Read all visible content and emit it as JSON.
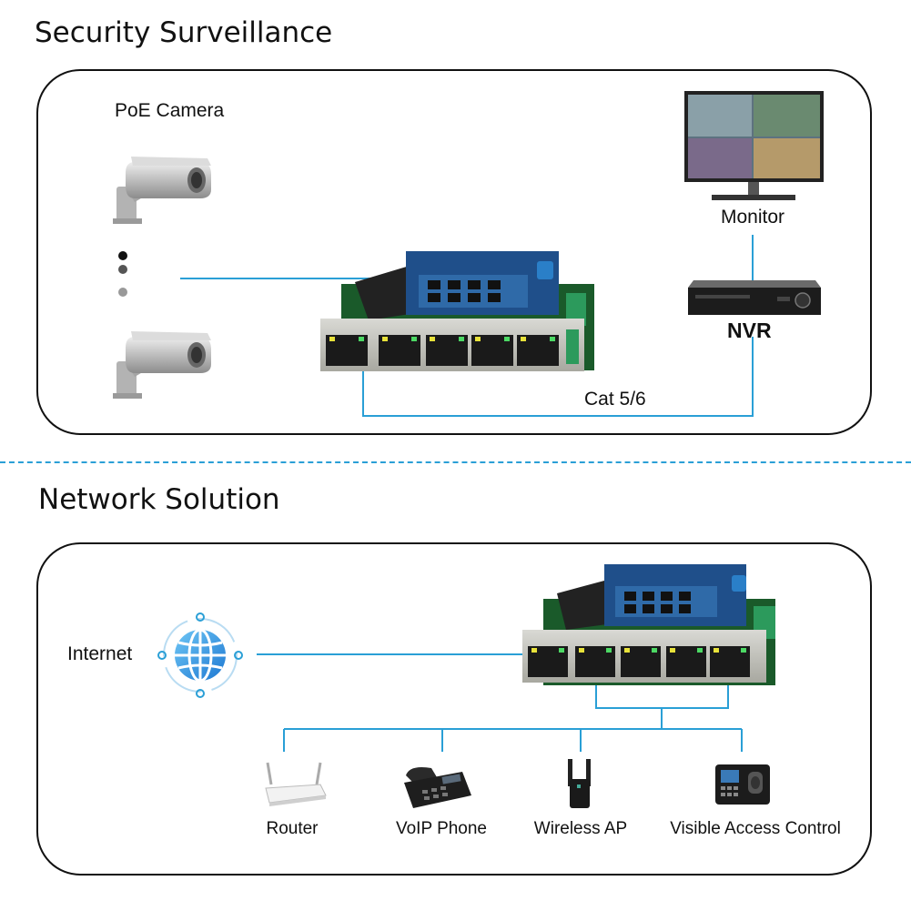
{
  "security": {
    "title": "Security Surveillance",
    "camera_label": "PoE Camera",
    "monitor_label": "Monitor",
    "nvr_label": "NVR",
    "cable_label": "Cat 5/6"
  },
  "network": {
    "title": "Network Solution",
    "internet_label": "Internet",
    "devices": [
      {
        "label": "Router",
        "icon": "router-icon"
      },
      {
        "label": "VoIP Phone",
        "icon": "voip-phone-icon"
      },
      {
        "label": "Wireless AP",
        "icon": "wireless-ap-icon"
      },
      {
        "label": "Visible Access Control",
        "icon": "access-control-icon"
      }
    ]
  },
  "colors": {
    "line": "#2a9fd6",
    "divider": "#2a9fd6",
    "pcb": "#1f4f8a",
    "border": "#111111"
  }
}
